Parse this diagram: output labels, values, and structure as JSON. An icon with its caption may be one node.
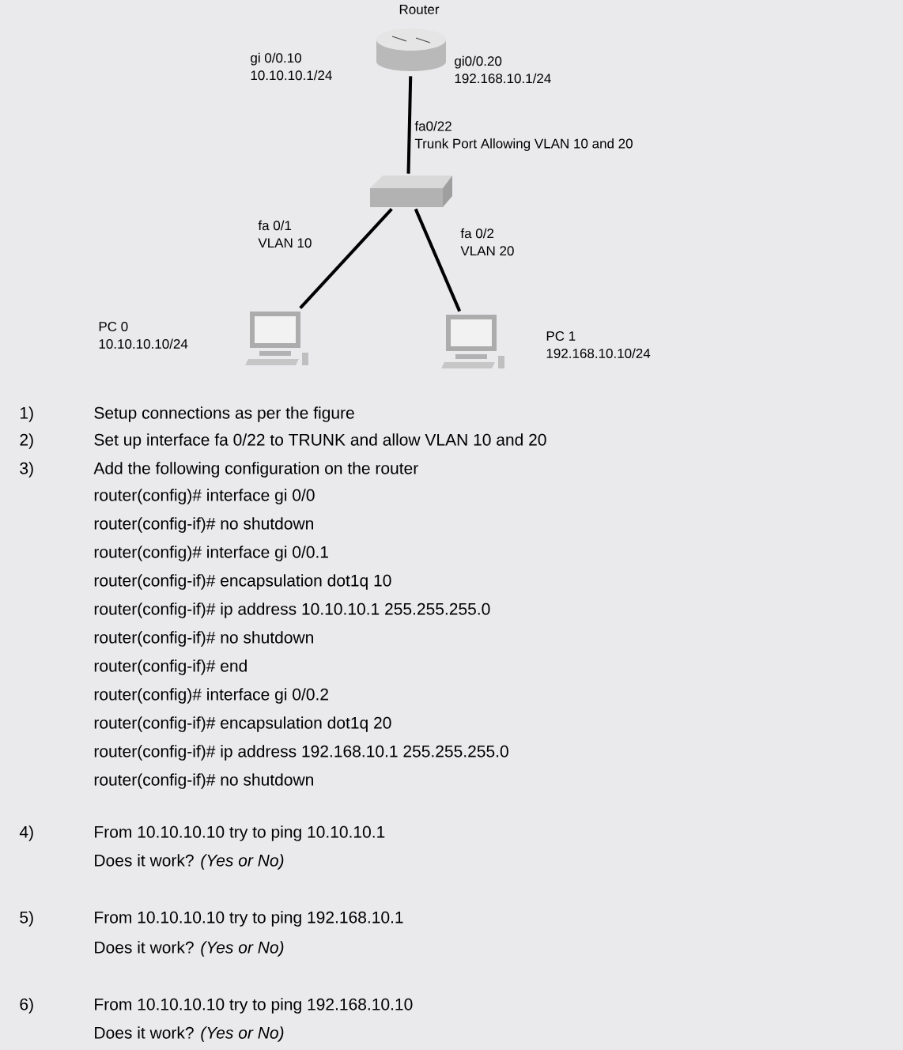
{
  "diagram": {
    "nodes": [
      {
        "text": [
          "Router"
        ],
        "beside": [
          "gi 0/0.10 10.10.10.1/24",
          "gi0/0.20 192.168.10.1/24"
        ]
      },
      {
        "text": [],
        "shape": "box"
      },
      {
        "text": [
          "PC 0 10.10.10.10/24"
        ]
      },
      {
        "text": [
          "PC 1 192.168.10.10/24"
        ]
      }
    ],
    "edges": [
      {
        "from": 0,
        "to": 1,
        "arrow": "none",
        "label": "fa0/22 Trunk Port Allowing VLAN 10 and 20"
      },
      {
        "from": 1,
        "to": 2,
        "arrow": "none",
        "label": "fa 0/1 VLAN 10"
      },
      {
        "from": 1,
        "to": 3,
        "arrow": "none",
        "label": "fa 0/2 VLAN 20"
      }
    ],
    "labels": [
      "1)",
      "Setup connections as per the figure",
      "2)",
      "Set up interface fa 0/22 to TRUNK and allow VLAN 10 and 20",
      "3)",
      "Add the following configuration on the router",
      "router(config)# interface gi 0/0",
      "router(config-if)# no shutdown",
      "router(config)# interface gi 0/0.1",
      "router(config-if)# encapsulation dot1q 10",
      "router(config-if)# ip address 10.10.10.1 255.255.255.0",
      "router(config-if)# no shutdown",
      "router(config-if)# end",
      "router(config)# interface gi 0/0.2",
      "router(config-if)# encapsulation dot1q 20",
      "router(config-if)# ip address 192.168.10.1 255.255.255.0",
      "router(config-if)# no shutdown",
      "4)",
      "From 10.10.10.10 try to ping 10.10.10.1",
      "Does it work? *(Yes or No)*",
      "5)",
      "From 10.10.10.10 try to ping 192.168.10.1",
      "Does it work? *(Yes or No)*",
      "6)",
      "From 10.10.10.10 try to ping 192.168.10.10",
      "Does it work? *(Yes or No)*"
    ]
  }
}
